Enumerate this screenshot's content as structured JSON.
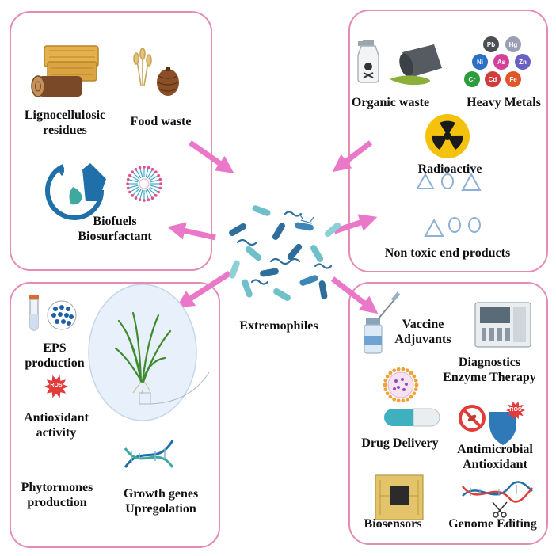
{
  "colors": {
    "panel_border": "#e58bb4",
    "arrow": "#ea77c8",
    "text": "#111111",
    "hay": "#e3b24f",
    "log": "#7a4a28",
    "blue_dark": "#1f6fa8",
    "teal": "#3fa9a0",
    "radioactive": "#f4c20d",
    "plant": "#3f8a2e",
    "ros_red": "#e23b3b"
  },
  "center_label": "Extremophiles",
  "top_left": {
    "lignocellulosic": [
      "Lignocellulosic",
      "residues"
    ],
    "food_waste": "Food waste",
    "biofuels": [
      "Biofuels",
      "Biosurfactant"
    ]
  },
  "top_right": {
    "organic_waste": "Organic waste",
    "heavy_metals": "Heavy Metals",
    "metal_symbols": [
      "Pb",
      "Hg",
      "Ni",
      "As",
      "Zn",
      "Cr",
      "Cd",
      "Fe"
    ],
    "radioactive": "Radioactive",
    "non_toxic": "Non toxic end products"
  },
  "bottom_left": {
    "eps": [
      "EPS",
      "production"
    ],
    "ros_badge": "ROS",
    "antioxidant": [
      "Antioxidant",
      "activity"
    ],
    "phytormones": [
      "Phytormones",
      "production"
    ],
    "growth_genes": [
      "Growth genes",
      "Upregolation"
    ]
  },
  "bottom_right": {
    "vaccine": [
      "Vaccine",
      "Adjuvants"
    ],
    "diagnostics": [
      "Diagnostics",
      "Enzyme Therapy"
    ],
    "drug_delivery": "Drug Delivery",
    "antimicrobial": [
      "Antimicrobial",
      "Antioxidant"
    ],
    "ros_badge": "ROS",
    "biosensors": "Biosensors",
    "genome_editing": "Genome Editing"
  }
}
